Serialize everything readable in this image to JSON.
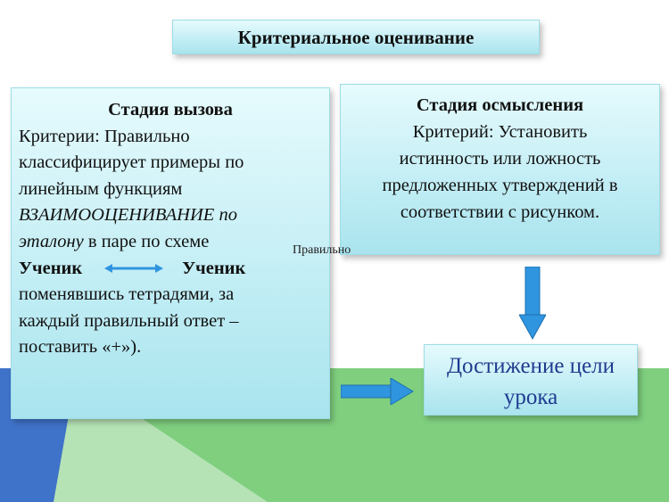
{
  "title": "Критериальное оценивание",
  "left_box": {
    "heading": "Стадия вызова",
    "line1": "Критерии: Правильно",
    "line2": "классифицирует примеры по",
    "line3": "линейным функциям",
    "line4_italic": "ВЗАИМООЦЕНИВАНИЕ по",
    "line5_italic": "эталону",
    "line5_rest": " в паре по схеме",
    "student_left": "Ученик",
    "student_right": "Ученик",
    "line7": "поменявшись тетрадями, за",
    "line8": "каждый правильный ответ –",
    "line9": "поставить «+»)."
  },
  "right_box": {
    "heading": "Стадия осмысления",
    "line1": "Критерий: Установить",
    "line2": "истинность или ложность",
    "line3": "предложенных утверждений в",
    "line4": "соответствии с рисунком."
  },
  "goal_box": {
    "line1": "Достижение цели",
    "line2": "урока"
  },
  "floating_label": "Правильно",
  "colors": {
    "green": "#7fcf7f",
    "blue": "#3f73c9",
    "arrow": "#2f95df",
    "goal_text": "#1f3b8f"
  }
}
